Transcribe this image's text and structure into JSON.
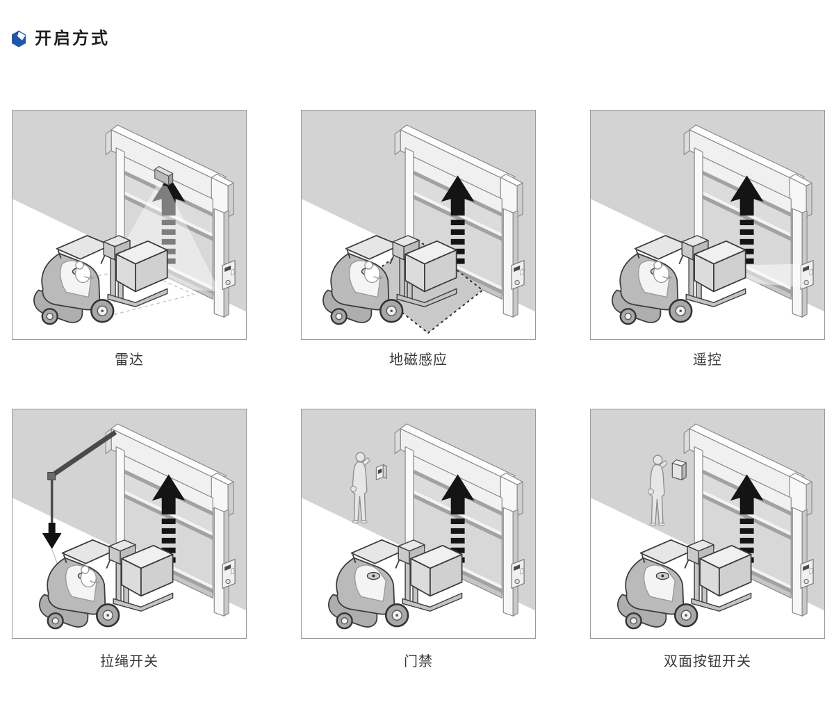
{
  "header": {
    "title": "开启方式",
    "icon": "blue-cube-icon",
    "accent_color": "#1d56b0"
  },
  "panels": [
    {
      "label": "雷达",
      "method": "radar",
      "scene": "forklift approaching high-speed door, radar sensor on lintel with detection cone"
    },
    {
      "label": "地磁感应",
      "method": "ground-induction-loop",
      "scene": "forklift driving over dashed induction loop area on floor"
    },
    {
      "label": "遥控",
      "method": "remote-control",
      "scene": "forklift driver pointing remote signal at door control box"
    },
    {
      "label": "拉绳开关",
      "method": "pull-rope-switch",
      "scene": "pull rope hanging from arm beside door with down arrow"
    },
    {
      "label": "门禁",
      "method": "access-control",
      "scene": "person using access-control reader beside door, forklift waiting"
    },
    {
      "label": "双面按钮开关",
      "method": "double-sided-button-switch",
      "scene": "person pressing wall button box beside door, forklift waiting"
    }
  ],
  "colors": {
    "wall": "#d3d3d3",
    "floor": "#ffffff",
    "panel_border": "#9b9b9b",
    "door_arrow": "#141414",
    "label_text": "#3a3a3a"
  }
}
